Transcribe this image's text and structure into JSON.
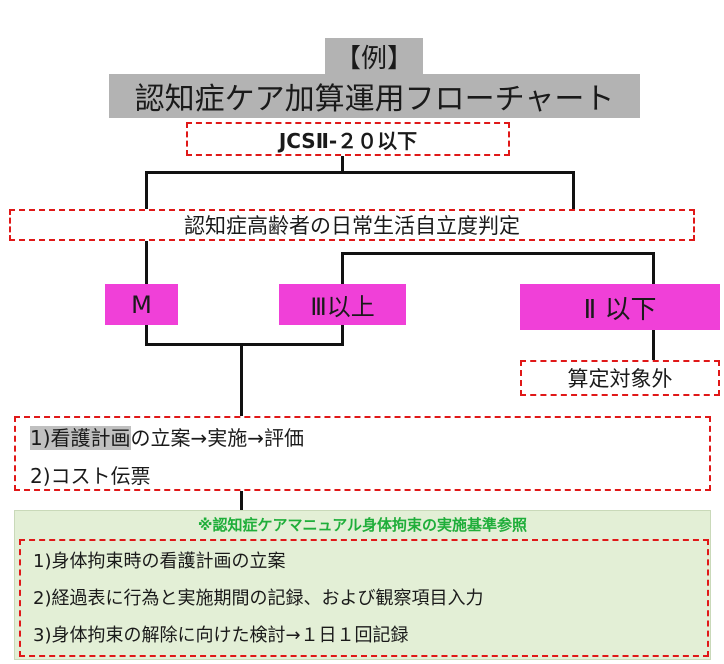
{
  "header": {
    "example_label": "【例】",
    "title": "認知症ケア加算運用フローチャート"
  },
  "nodes": {
    "jcs": "JCSⅡ-２０以下",
    "assessment": "認知症高齢者の日常生活自立度判定",
    "level_m": "M",
    "level_3_up": "Ⅲ以上",
    "level_2_down": "Ⅱ 以下",
    "not_applicable": "算定対象外"
  },
  "plan_box": {
    "item1_highlight": "1)看護計画",
    "item1_rest": "の立案→実施→評価",
    "item2": "2)コスト伝票"
  },
  "restraint_section": {
    "heading": "※認知症ケアマニュアル身体拘束の実施基準参照",
    "items": [
      "1)身体拘束時の看護計画の立案",
      "2)経過表に行為と実施期間の記録、および観察項目入力",
      "3)身体拘束の解除に向けた検討→１日１回記録"
    ]
  },
  "colors": {
    "accent_pink": "#f040d8",
    "dashed_red": "#e01818",
    "heading_green": "#1fae3a",
    "section_bg": "#e3efd6",
    "title_gray": "#b3b3b3"
  }
}
